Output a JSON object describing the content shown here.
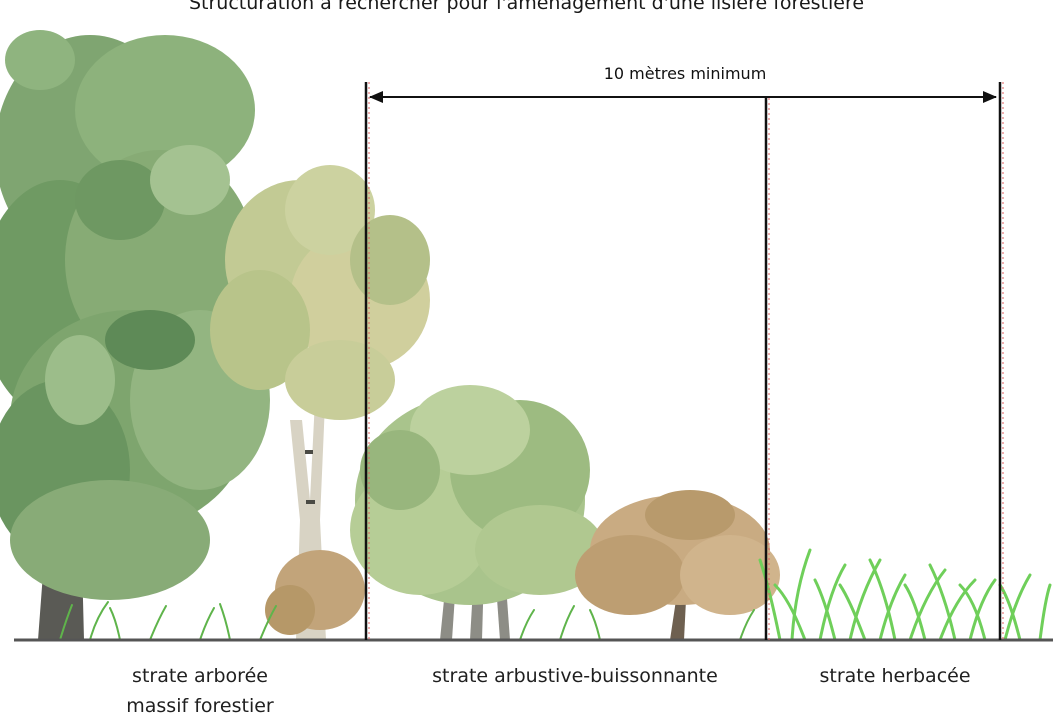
{
  "title": "Structuration à rechercher pour l'aménagement d'une lisière forestière",
  "dimension_label": "10 mètres minimum",
  "zones": [
    {
      "line1": "strate arborée",
      "line2": "massif forestier"
    },
    {
      "line1": "strate arbustive-buissonnante",
      "line2": ""
    },
    {
      "line1": "strate herbacée",
      "line2": ""
    }
  ],
  "colors": {
    "ground": "#555555",
    "boundary": "#111111",
    "boundary_dash": "#e06060",
    "tree_dark": "#6b9a5f",
    "tree_mid": "#86ad72",
    "tree_light": "#a9c48e",
    "shrub_brown": "#b89a6c",
    "grass": "#6fcf5a"
  }
}
